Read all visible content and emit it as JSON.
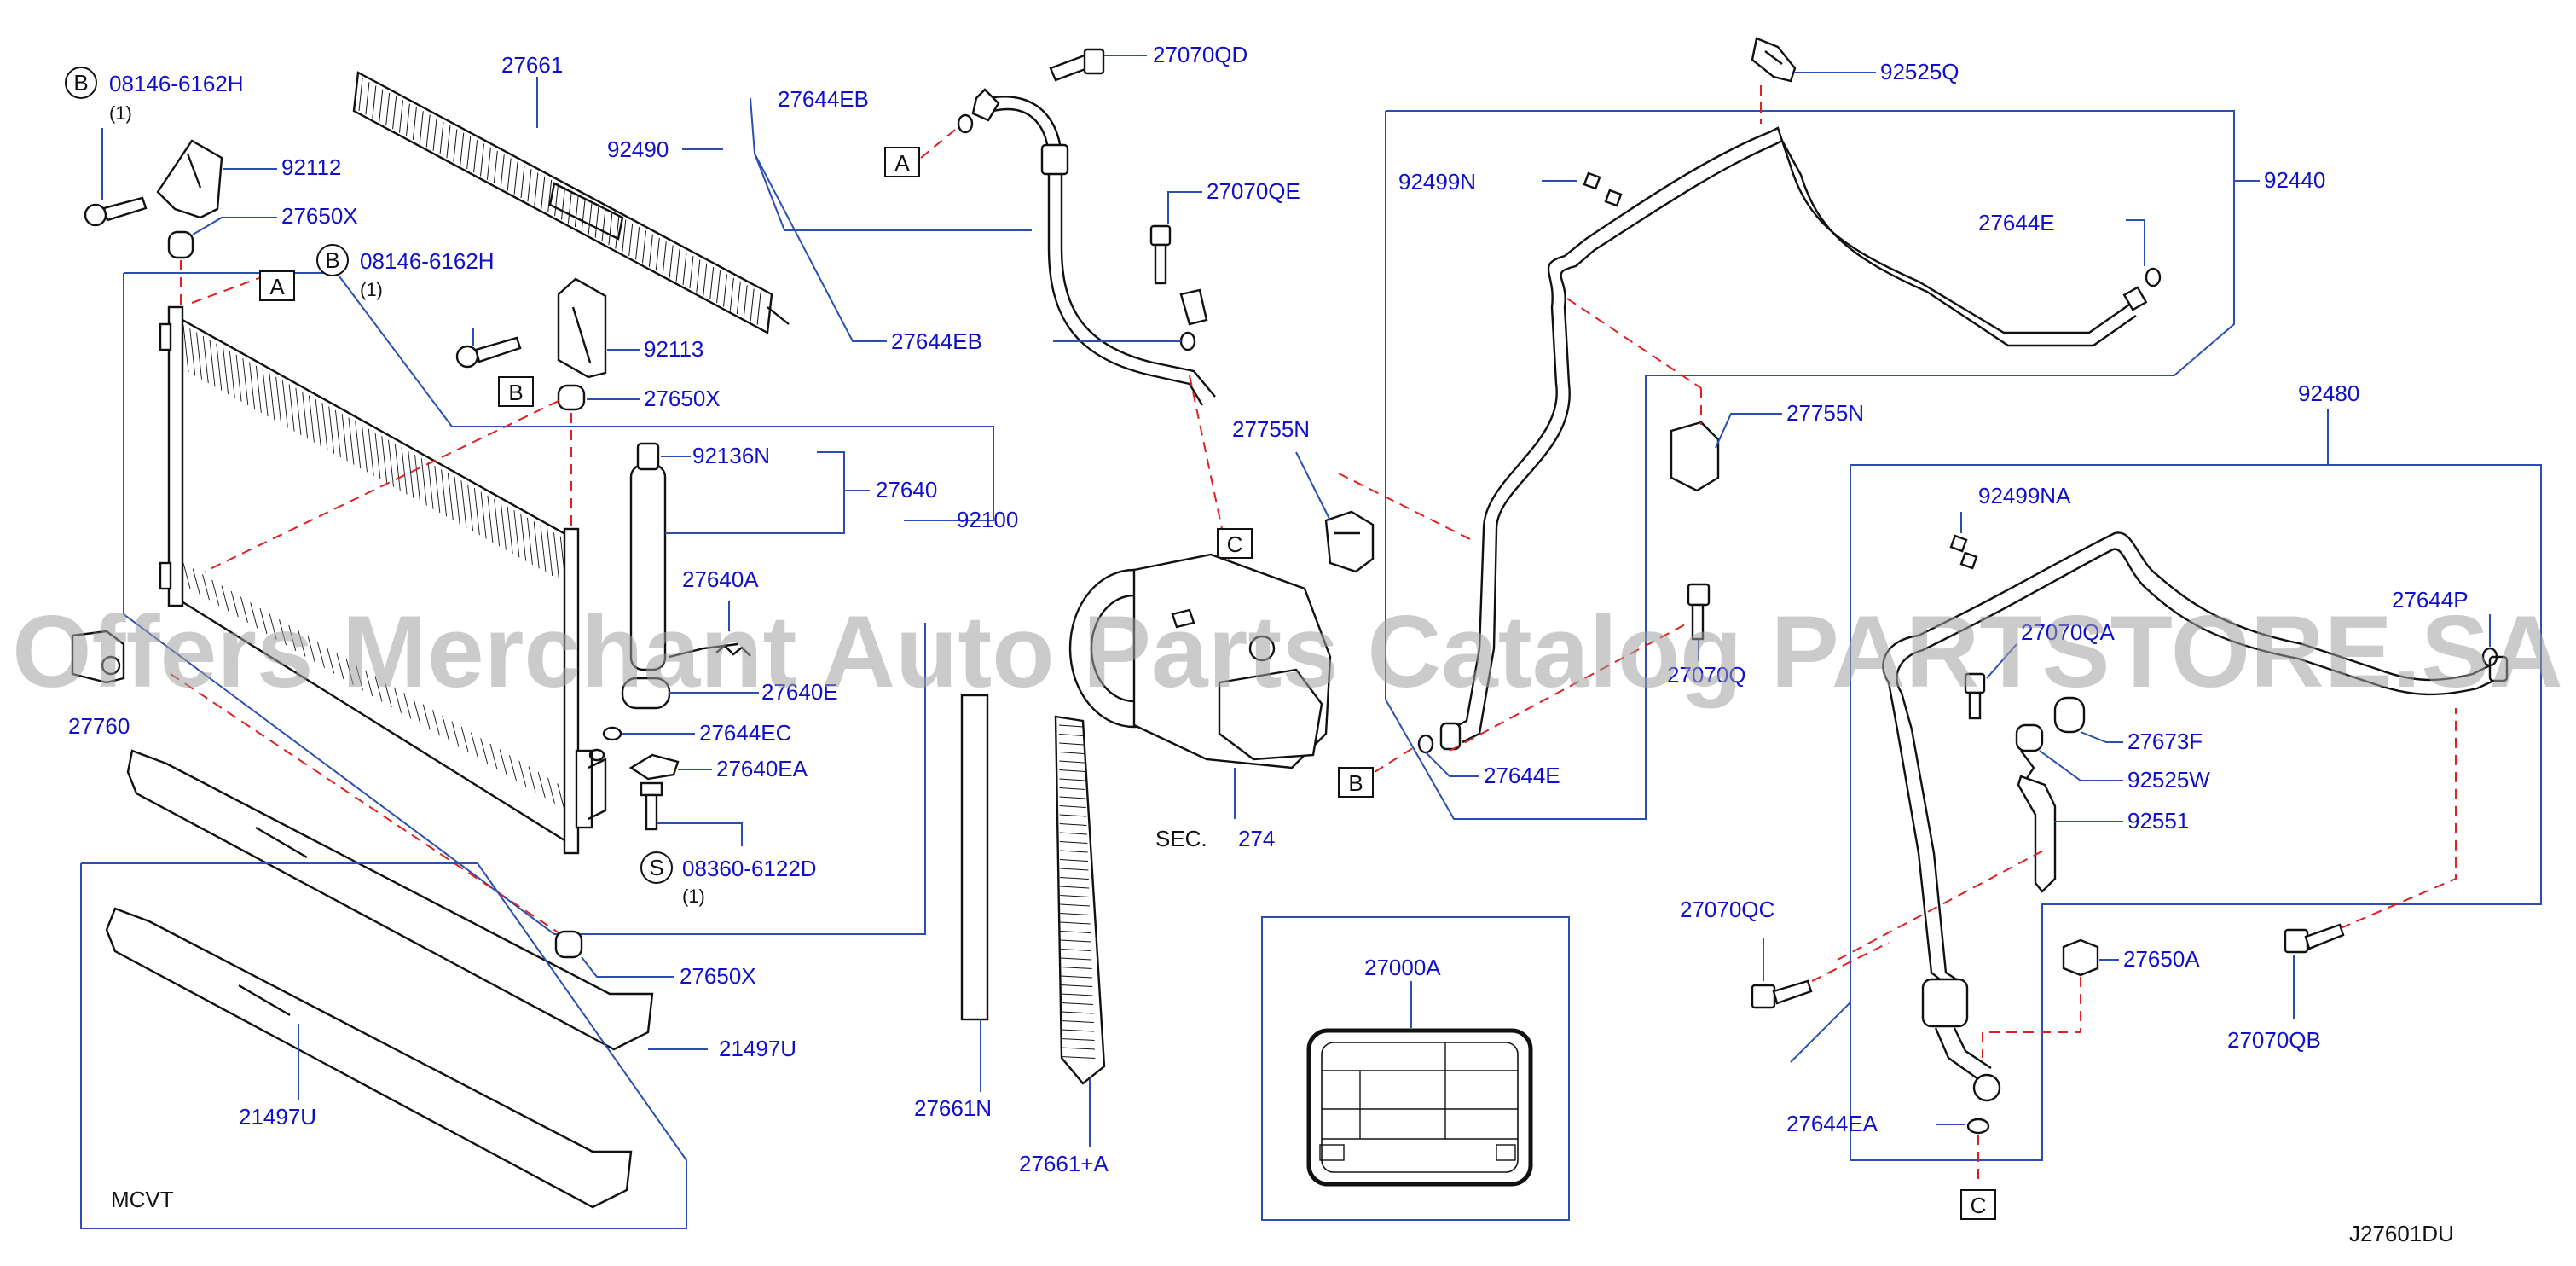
{
  "drawing_id": "J27601DU",
  "watermark": "Offers Merchant Auto Parts Catalog PARTSTORE.SA",
  "section": {
    "prefix": "SEC.",
    "number": "274"
  },
  "variant_label": "MCVT",
  "ref_letters": {
    "a": "A",
    "b": "B",
    "c": "C",
    "s": "S"
  },
  "qty_one": "(1)",
  "parts": {
    "p08146_6162H": "08146-6162H",
    "p92112": "92112",
    "p27650X": "27650X",
    "p27661": "27661",
    "p92490": "92490",
    "p92113": "92113",
    "p92136N": "92136N",
    "p27640": "27640",
    "p92100": "92100",
    "p27640A": "27640A",
    "p27640E": "27640E",
    "p27644EC": "27644EC",
    "p27640EA": "27640EA",
    "p08360_6122D": "08360-6122D",
    "p27760": "27760",
    "p21497U": "21497U",
    "p27661N": "27661N",
    "p27661A": "27661+A",
    "p27644EB": "27644EB",
    "p27070QD": "27070QD",
    "p27070QE": "27070QE",
    "p27755N": "27755N",
    "p92525Q": "92525Q",
    "p92499N": "92499N",
    "p92440": "92440",
    "p27644E": "27644E",
    "p27070Q": "27070Q",
    "p92480": "92480",
    "p92499NA": "92499NA",
    "p27644P": "27644P",
    "p27070QA": "27070QA",
    "p27673F": "27673F",
    "p92525W": "92525W",
    "p92551": "92551",
    "p27070QC": "27070QC",
    "p27650A": "27650A",
    "p27070QB": "27070QB",
    "p27644EA": "27644EA",
    "p27000A": "27000A"
  }
}
